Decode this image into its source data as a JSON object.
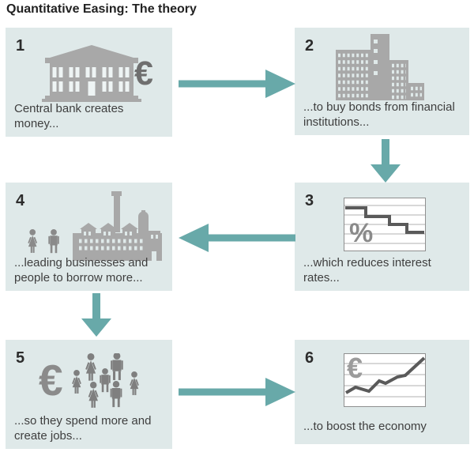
{
  "title": "Quantitative Easing: The theory",
  "currency_symbol": "€",
  "percent_symbol": "%",
  "steps": [
    {
      "number": "1",
      "lines": [
        "Central bank creates",
        "money..."
      ],
      "icon": "bank-building-euro-icon"
    },
    {
      "number": "2",
      "lines": [
        "...to buy bonds from financial",
        "institutions..."
      ],
      "icon": "financial-buildings-icon"
    },
    {
      "number": "3",
      "lines": [
        "...which reduces interest",
        "rates..."
      ],
      "icon": "falling-interest-rate-chart-icon"
    },
    {
      "number": "4",
      "lines": [
        "...leading businesses and",
        "people to borrow more..."
      ],
      "icon": "people-and-factory-icon"
    },
    {
      "number": "5",
      "lines": [
        "...so they spend more and",
        "create jobs..."
      ],
      "icon": "euro-and-crowd-icon"
    },
    {
      "number": "6",
      "lines": [
        "...to boost the economy"
      ],
      "icon": "rising-economy-chart-icon"
    }
  ],
  "flow": [
    {
      "from": "1",
      "to": "2",
      "direction": "right"
    },
    {
      "from": "2",
      "to": "3",
      "direction": "down"
    },
    {
      "from": "3",
      "to": "4",
      "direction": "left"
    },
    {
      "from": "4",
      "to": "5",
      "direction": "down"
    },
    {
      "from": "5",
      "to": "6",
      "direction": "right"
    }
  ],
  "colors": {
    "box_background": "#dfe9e9",
    "arrow": "#68a9a9",
    "silhouette_light_gray": "#a8a8a8",
    "silhouette_mid_gray": "#8a8a8a",
    "euro_dark_gray": "#6f6f6f",
    "chart_line_gray": "#5a5a5a",
    "caption_text": "#3e3e3e",
    "title_text": "#222222"
  }
}
